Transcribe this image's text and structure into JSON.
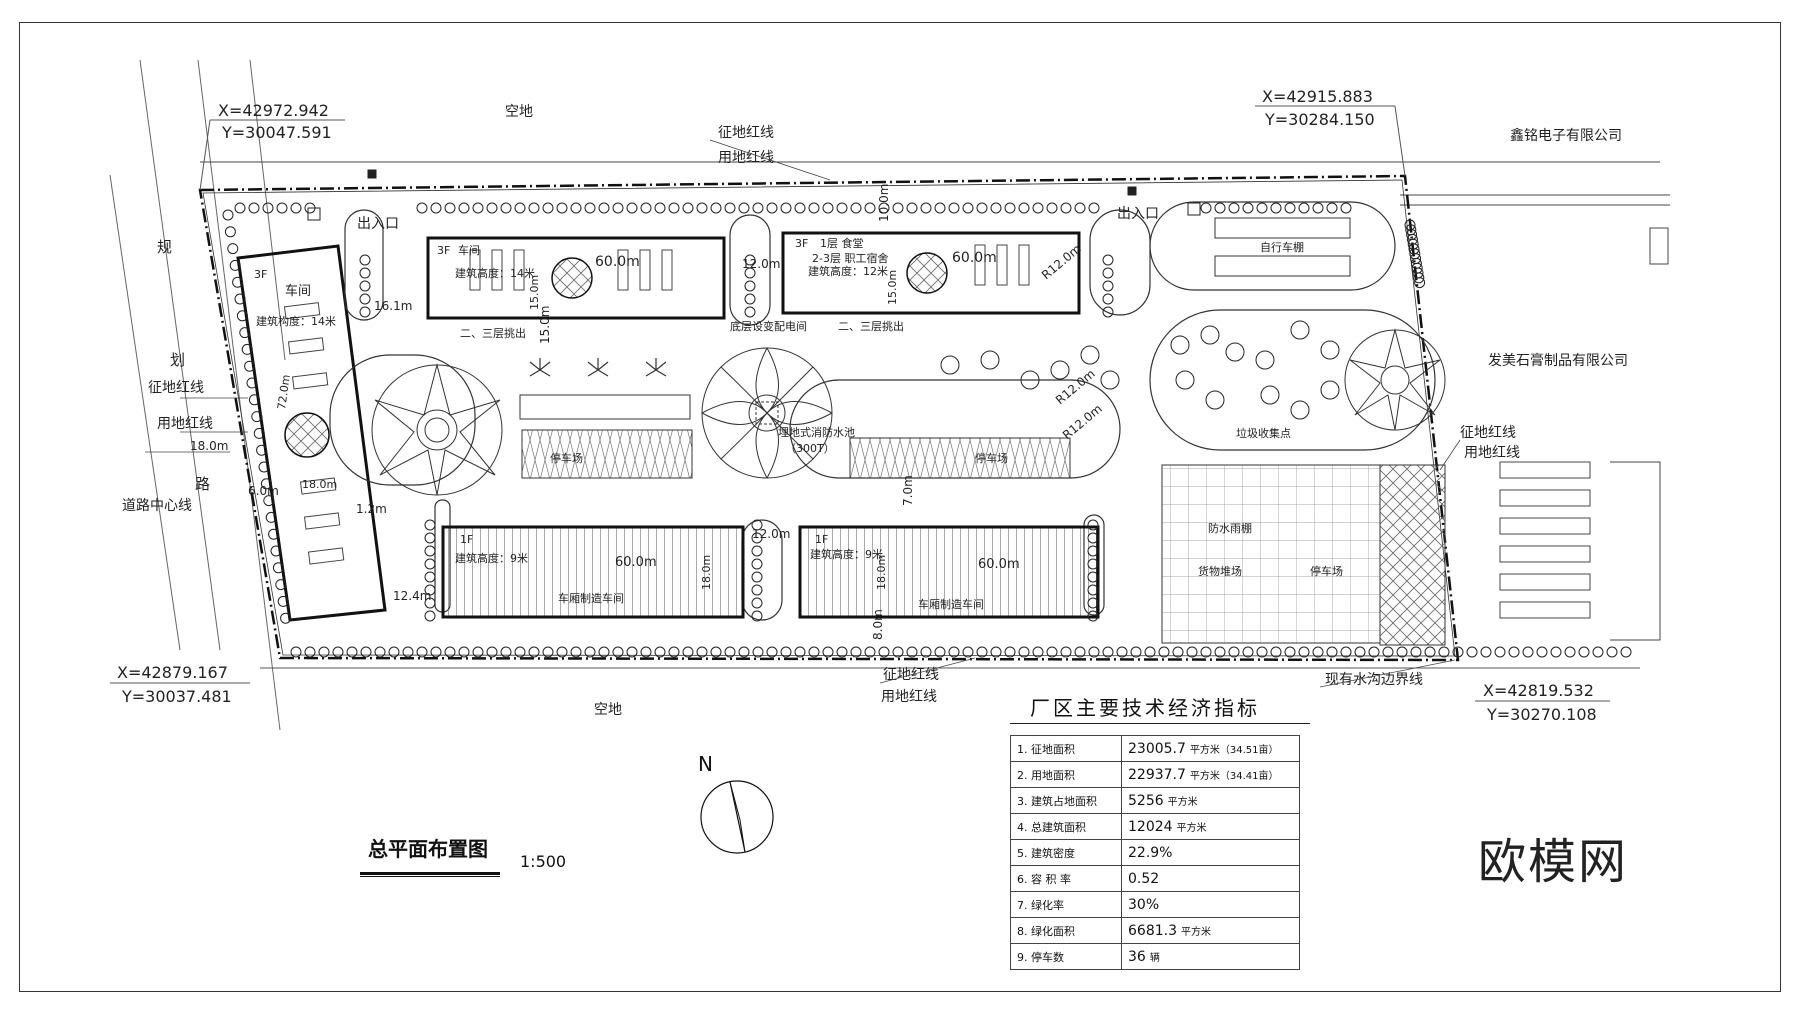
{
  "labels": {
    "empty_top": "空地",
    "empty_bottom": "空地",
    "company_top_right": "鑫铭电子有限公司",
    "company_right": "发美石膏制品有限公司",
    "road_chars": [
      "规",
      "划",
      "路"
    ],
    "road_center": "道路中心线",
    "entrance_1": "出入口",
    "entrance_2": "出入口",
    "existing_ditch": "现有水沟边界线"
  },
  "boundary_labels": {
    "top_zhengdi": "征地红线",
    "top_yongdi": "用地红线",
    "left_zhengdi": "征地红线",
    "left_yongdi": "用地红线",
    "right_zhengdi": "征地红线",
    "right_yongdi": "用地红线",
    "bottom_zhengdi": "征地红线",
    "bottom_yongdi": "用地红线"
  },
  "coordinates": {
    "top_left": {
      "x": "X=42972.942",
      "y": "Y=30047.591"
    },
    "top_right": {
      "x": "X=42915.883",
      "y": "Y=30284.150"
    },
    "bottom_left": {
      "x": "X=42879.167",
      "y": "Y=30037.481"
    },
    "bottom_right": {
      "x": "X=42819.532",
      "y": "Y=30270.108"
    }
  },
  "buildings": {
    "workshop_left": {
      "floors": "3F",
      "name": "车间",
      "height": "建筑构度：14米",
      "len": "72.0m",
      "wid": "18.0m"
    },
    "workshop_top": {
      "floors": "3F",
      "name": "车间",
      "height": "建筑高度：14米",
      "len": "60.0m",
      "wid": "15.0m",
      "note": "二、三层挑出"
    },
    "dorm": {
      "floors": "3F",
      "name": "1层  食堂",
      "name2": "2-3层  职工宿舍",
      "height": "建筑高度：12米",
      "len": "60.0m",
      "wid": "15.0m",
      "note": "二、三层挑出",
      "note2": "底层设变配电间"
    },
    "shed_left": {
      "floors": "1F",
      "height": "建筑高度：9米",
      "name": "车厢制造车间",
      "len": "60.0m",
      "wid": "18.0m"
    },
    "shed_right": {
      "floors": "1F",
      "height": "建筑高度：9米",
      "name": "车厢制造车间",
      "len": "60.0m",
      "wid": "18.0m"
    },
    "bike_shed": "自行车棚",
    "garbage": "垃圾收集点",
    "fire_pool": "埋地式消防水池",
    "fire_pool_cap": "（300T）",
    "parking_1": "停车场",
    "parking_2": "停车场",
    "parking_3": "停车场",
    "cargo_yard": "货物堆场",
    "rain_shed": "防水雨棚"
  },
  "dimensions": {
    "d_16_1": "16.1m",
    "d_18_0": "18.0m",
    "d_6_0": "6.0m",
    "d_12_4": "12.4m",
    "d_12_0_top": "12.0m",
    "d_10_0": "10.0m",
    "d_15_0": "15.0m",
    "d_r12_a": "R12.0m",
    "d_r12_b": "R12.0m",
    "d_r12_c": "R12.0m",
    "d_12_0_mid": "12.0m",
    "d_7_0": "7.0m",
    "d_8_0": "8.0m",
    "d_1_2": "1.2m"
  },
  "title_block": {
    "title": "总平面布置图",
    "scale": "1:500"
  },
  "indicators": {
    "title": "厂区主要技术经济指标",
    "rows": [
      {
        "label": "1. 征地面积",
        "value": "23005.7",
        "unit": "平方米（34.51亩）"
      },
      {
        "label": "2. 用地面积",
        "value": "22937.7",
        "unit": "平方米（34.41亩）"
      },
      {
        "label": "3. 建筑占地面积",
        "value": "5256",
        "unit": "平方米"
      },
      {
        "label": "4. 总建筑面积",
        "value": "12024",
        "unit": "平方米"
      },
      {
        "label": "5. 建筑密度",
        "value": "22.9%",
        "unit": ""
      },
      {
        "label": "6. 容 积 率",
        "value": "0.52",
        "unit": ""
      },
      {
        "label": "7. 绿化率",
        "value": "30%",
        "unit": ""
      },
      {
        "label": "8. 绿化面积",
        "value": "6681.3",
        "unit": "平方米"
      },
      {
        "label": "9. 停车数",
        "value": "36",
        "unit": "辆"
      }
    ]
  },
  "north": "N",
  "brand": "欧模网"
}
